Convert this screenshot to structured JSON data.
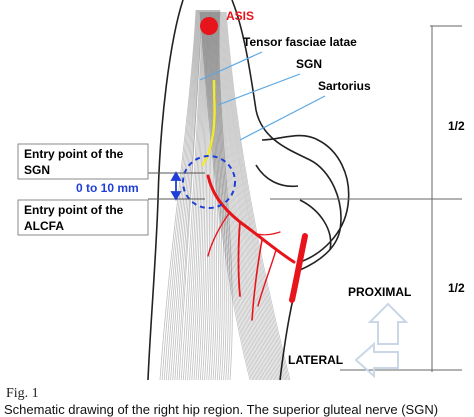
{
  "labels": {
    "asis": "ASIS",
    "tensor": "Tensor fasciae latae",
    "sgn": "SGN",
    "sartorius": "Sartorius",
    "entry_sgn_line1": "Entry point of the",
    "entry_sgn_line2": "SGN",
    "distance": "0 to 10 mm",
    "entry_alcfa_line1": "Entry point of the",
    "entry_alcfa_line2": "ALCFA",
    "half_top": "1/2",
    "half_bottom": "1/2",
    "proximal": "PROXIMAL",
    "lateral": "LATERAL"
  },
  "figure": {
    "label": "Fig. 1",
    "caption": "Schematic drawing of the right hip region. The superior gluteal nerve (SGN)"
  },
  "colors": {
    "red": "#e8141c",
    "blue": "#1f3fd6",
    "yellow": "#f2ea2a",
    "arrow_outline": "#c9d7e6",
    "muscle_fiber": "#1a1a1a"
  }
}
